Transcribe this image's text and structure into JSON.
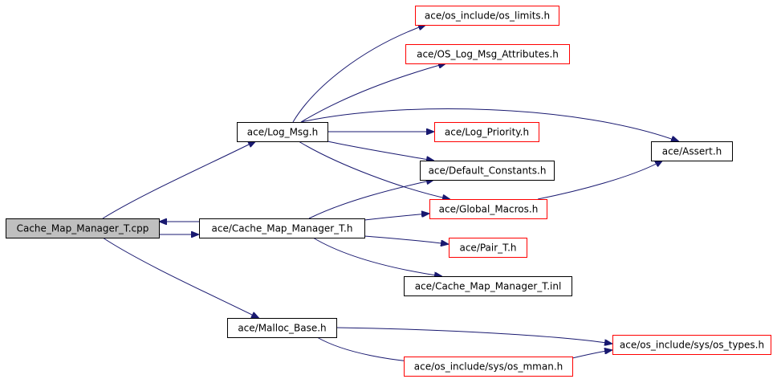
{
  "colors": {
    "edge": "#191970",
    "root_fill": "#bfbfbf",
    "root_border": "#000000",
    "documented_border": "#000000",
    "undocumented_border": "#ff0000",
    "node_fill": "#ffffff"
  },
  "nodes": [
    {
      "id": "cache_map_manager_t_cpp",
      "label": "Cache_Map_Manager_T.cpp",
      "kind": "root"
    },
    {
      "id": "log_msg_h",
      "label": "ace/Log_Msg.h",
      "kind": "documented"
    },
    {
      "id": "cache_map_manager_t_h",
      "label": "ace/Cache_Map_Manager_T.h",
      "kind": "documented"
    },
    {
      "id": "malloc_base_h",
      "label": "ace/Malloc_Base.h",
      "kind": "documented"
    },
    {
      "id": "os_limits_h",
      "label": "ace/os_include/os_limits.h",
      "kind": "undocumented"
    },
    {
      "id": "os_log_msg_attributes_h",
      "label": "ace/OS_Log_Msg_Attributes.h",
      "kind": "undocumented"
    },
    {
      "id": "log_priority_h",
      "label": "ace/Log_Priority.h",
      "kind": "undocumented"
    },
    {
      "id": "default_constants_h",
      "label": "ace/Default_Constants.h",
      "kind": "documented"
    },
    {
      "id": "global_macros_h",
      "label": "ace/Global_Macros.h",
      "kind": "undocumented"
    },
    {
      "id": "pair_t_h",
      "label": "ace/Pair_T.h",
      "kind": "undocumented"
    },
    {
      "id": "cache_map_manager_t_inl",
      "label": "ace/Cache_Map_Manager_T.inl",
      "kind": "documented"
    },
    {
      "id": "assert_h",
      "label": "ace/Assert.h",
      "kind": "documented"
    },
    {
      "id": "os_types_h",
      "label": "ace/os_include/sys/os_types.h",
      "kind": "undocumented"
    },
    {
      "id": "os_mman_h",
      "label": "ace/os_include/sys/os_mman.h",
      "kind": "undocumented"
    }
  ],
  "edges": [
    {
      "from": "cache_map_manager_t_cpp",
      "to": "log_msg_h"
    },
    {
      "from": "cache_map_manager_t_cpp",
      "to": "cache_map_manager_t_h"
    },
    {
      "from": "cache_map_manager_t_cpp",
      "to": "malloc_base_h"
    },
    {
      "from": "cache_map_manager_t_h",
      "to": "cache_map_manager_t_cpp"
    },
    {
      "from": "log_msg_h",
      "to": "os_limits_h"
    },
    {
      "from": "log_msg_h",
      "to": "os_log_msg_attributes_h"
    },
    {
      "from": "log_msg_h",
      "to": "log_priority_h"
    },
    {
      "from": "log_msg_h",
      "to": "default_constants_h"
    },
    {
      "from": "log_msg_h",
      "to": "global_macros_h"
    },
    {
      "from": "log_msg_h",
      "to": "assert_h"
    },
    {
      "from": "cache_map_manager_t_h",
      "to": "default_constants_h"
    },
    {
      "from": "cache_map_manager_t_h",
      "to": "global_macros_h"
    },
    {
      "from": "cache_map_manager_t_h",
      "to": "pair_t_h"
    },
    {
      "from": "cache_map_manager_t_h",
      "to": "cache_map_manager_t_inl"
    },
    {
      "from": "global_macros_h",
      "to": "assert_h"
    },
    {
      "from": "malloc_base_h",
      "to": "os_types_h"
    },
    {
      "from": "malloc_base_h",
      "to": "os_mman_h"
    },
    {
      "from": "os_mman_h",
      "to": "os_types_h"
    }
  ]
}
